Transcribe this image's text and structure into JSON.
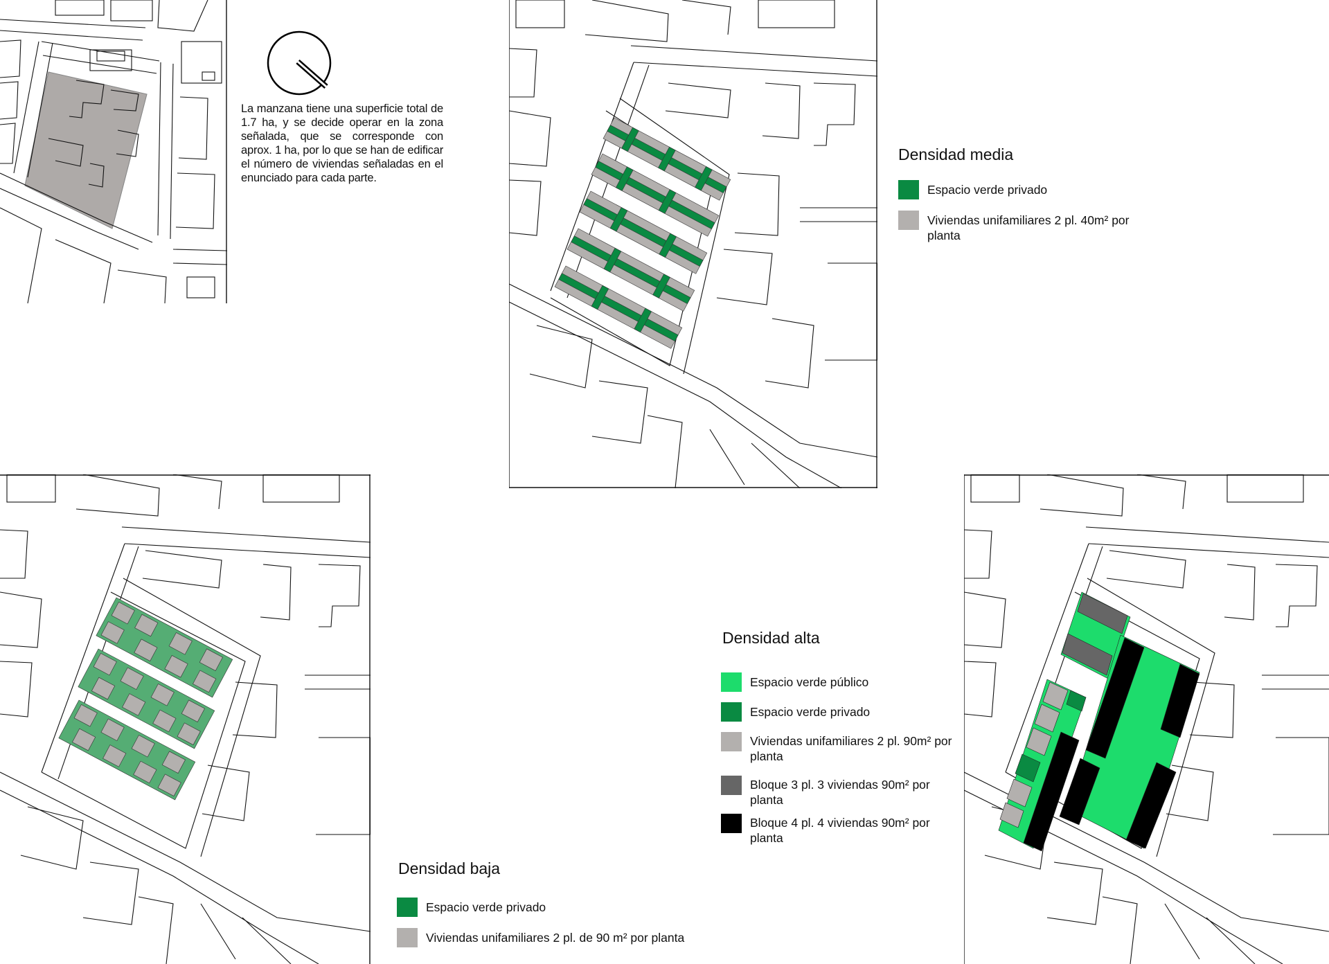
{
  "intro": {
    "text": "La manzana tiene una superficie total de 1.7 ha, y se decide operar en la zona señalada, que se corresponde con aprox. 1 ha, por lo que se han de edificar el número de viviendas señaladas en el enunciado para cada parte."
  },
  "legends": {
    "media": {
      "title": "Densidad media",
      "items": [
        {
          "label": "Espacio verde privado",
          "color": "#0a8a42"
        },
        {
          "label": "Viviendas unifamiliares 2 pl. 40m² por planta",
          "color": "#b3b0ae"
        }
      ]
    },
    "baja": {
      "title": "Densidad baja",
      "items": [
        {
          "label": "Espacio verde privado",
          "color": "#0a8a42"
        },
        {
          "label": "Viviendas unifamiliares 2 pl. de 90 m² por planta",
          "color": "#b3b0ae"
        }
      ]
    },
    "alta": {
      "title": "Densidad alta",
      "items": [
        {
          "label": "Espacio verde público",
          "color": "#1ddc6c"
        },
        {
          "label": "Espacio verde privado",
          "color": "#0a8a42"
        },
        {
          "label": "Viviendas unifamiliares 2 pl. 90m² por planta",
          "color": "#b3b0ae"
        },
        {
          "label": "Bloque 3 pl. 3 viviendas 90m² por planta",
          "color": "#666666"
        },
        {
          "label": "Bloque 4 pl. 4 viviendas 90m² por planta",
          "color": "#000000"
        }
      ]
    }
  },
  "colors": {
    "site_gray": "#aeaaa8",
    "private_green_medium": "#0a8a42",
    "private_green_low": "#55ad74",
    "public_green": "#1ddc6c",
    "house_gray": "#b3b0ae",
    "block3": "#666666",
    "block4": "#000000"
  }
}
